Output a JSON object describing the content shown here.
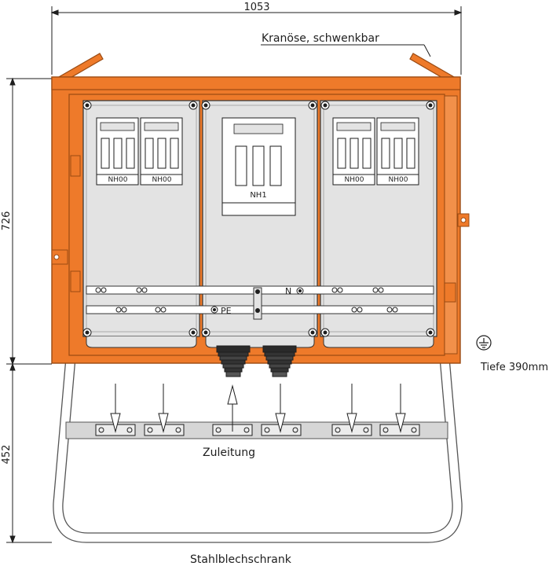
{
  "dimensions": {
    "width_label": "1053",
    "height_label": "726",
    "stand_label": "452"
  },
  "annotations": {
    "crane_eye": "Kranöse, schwenkbar",
    "depth": "Tiefe 390mm",
    "supply": "Zuleitung",
    "material": "Stahlblechschrank"
  },
  "fuses": {
    "left_1": "NH00",
    "left_2": "NH00",
    "center": "NH1",
    "right_1": "NH00",
    "right_2": "NH00"
  },
  "terminals": {
    "neutral": "N",
    "protective_earth": "PE"
  },
  "icons": {
    "earth": "earth-ground-icon"
  },
  "colors": {
    "housing": "#ee7a2a",
    "housing_edge": "#9a4a12",
    "panel": "#e3e3e3",
    "line": "#1e1e1e"
  }
}
